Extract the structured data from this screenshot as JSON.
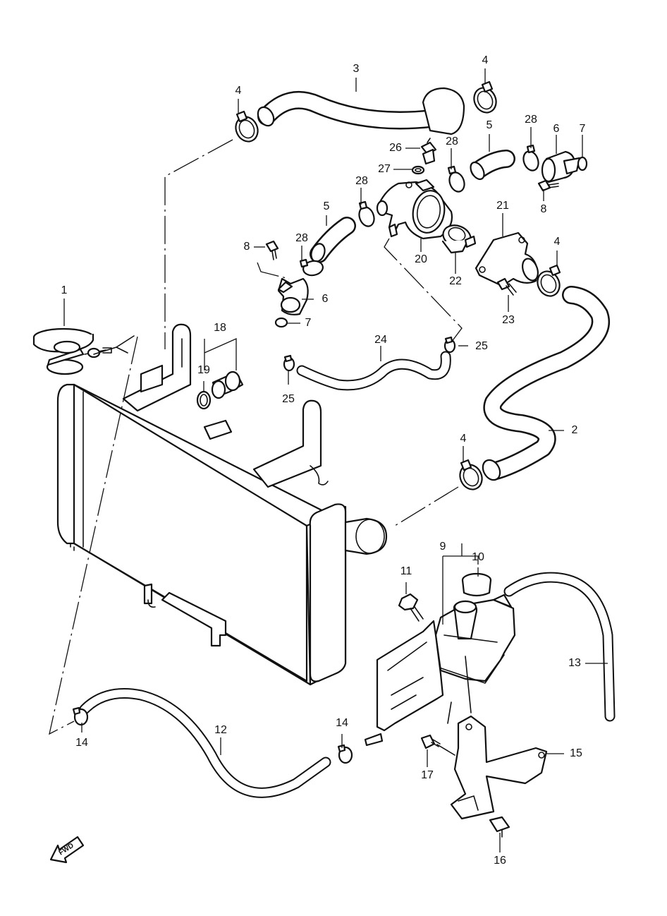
{
  "callouts": [
    {
      "id": "c1",
      "label": "1"
    },
    {
      "id": "c2",
      "label": "2"
    },
    {
      "id": "c3",
      "label": "3"
    },
    {
      "id": "c4a",
      "label": "4"
    },
    {
      "id": "c4b",
      "label": "4"
    },
    {
      "id": "c4c",
      "label": "4"
    },
    {
      "id": "c4d",
      "label": "4"
    },
    {
      "id": "c5a",
      "label": "5"
    },
    {
      "id": "c5b",
      "label": "5"
    },
    {
      "id": "c6a",
      "label": "6"
    },
    {
      "id": "c6b",
      "label": "6"
    },
    {
      "id": "c7a",
      "label": "7"
    },
    {
      "id": "c7b",
      "label": "7"
    },
    {
      "id": "c8a",
      "label": "8"
    },
    {
      "id": "c8b",
      "label": "8"
    },
    {
      "id": "c9",
      "label": "9"
    },
    {
      "id": "c10",
      "label": "10"
    },
    {
      "id": "c11",
      "label": "11"
    },
    {
      "id": "c12",
      "label": "12"
    },
    {
      "id": "c13",
      "label": "13"
    },
    {
      "id": "c14a",
      "label": "14"
    },
    {
      "id": "c14b",
      "label": "14"
    },
    {
      "id": "c15",
      "label": "15"
    },
    {
      "id": "c16",
      "label": "16"
    },
    {
      "id": "c17",
      "label": "17"
    },
    {
      "id": "c18",
      "label": "18"
    },
    {
      "id": "c19",
      "label": "19"
    },
    {
      "id": "c20",
      "label": "20"
    },
    {
      "id": "c21",
      "label": "21"
    },
    {
      "id": "c22",
      "label": "22"
    },
    {
      "id": "c23",
      "label": "23"
    },
    {
      "id": "c24",
      "label": "24"
    },
    {
      "id": "c25a",
      "label": "25"
    },
    {
      "id": "c25b",
      "label": "25"
    },
    {
      "id": "c26",
      "label": "26"
    },
    {
      "id": "c27",
      "label": "27"
    },
    {
      "id": "c28a",
      "label": "28"
    },
    {
      "id": "c28b",
      "label": "28"
    },
    {
      "id": "c28c",
      "label": "28"
    },
    {
      "id": "c28d",
      "label": "28"
    }
  ],
  "fwd_label": "FWD",
  "colors": {
    "line": "#111111",
    "background": "#ffffff"
  }
}
